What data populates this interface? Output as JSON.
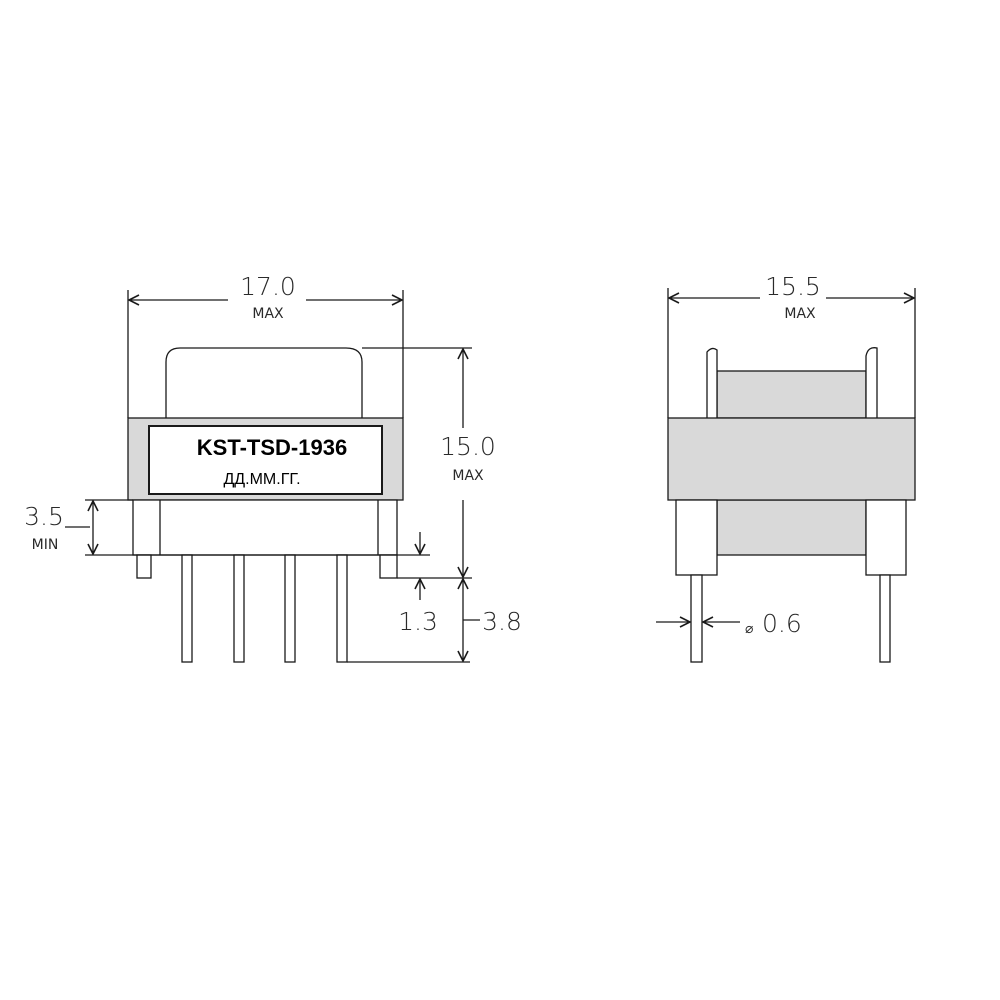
{
  "front_view": {
    "label_part_number": "KST-TSD-1936",
    "label_date_code": "ДД.ММ.ГГ.",
    "width_dim": {
      "value": "17.0",
      "note": "MAX"
    },
    "height_dim": {
      "value": "15.0",
      "note": "MAX"
    },
    "standoff_dim": {
      "value": "3.5",
      "note": "MIN"
    },
    "foot_dim": {
      "value": "1.3"
    },
    "pin_dim": {
      "value": "3.8"
    }
  },
  "side_view": {
    "width_dim": {
      "value": "15.5",
      "note": "MAX"
    },
    "pin_diameter_dim": {
      "value": "0.6",
      "symbol": "⌀"
    }
  },
  "colors": {
    "core": "#d9d9d9",
    "line": "#1a1a1a"
  }
}
